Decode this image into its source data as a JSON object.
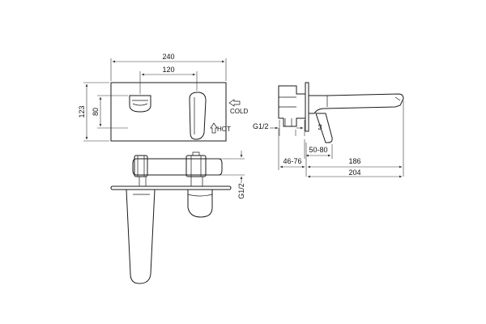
{
  "labels": {
    "front_width": "240",
    "front_center": "120",
    "front_height": "123",
    "front_inner_height": "80",
    "cold": "COLD",
    "hot": "HOT",
    "thread_left": "G1/2",
    "offset_small": "3",
    "wall_range": "50-80",
    "depth_range": "46-76",
    "spout_length": "186",
    "total_length": "204",
    "thread_top": "G1/2"
  },
  "colors": {
    "line": "#1a1a1a",
    "background": "#ffffff"
  }
}
